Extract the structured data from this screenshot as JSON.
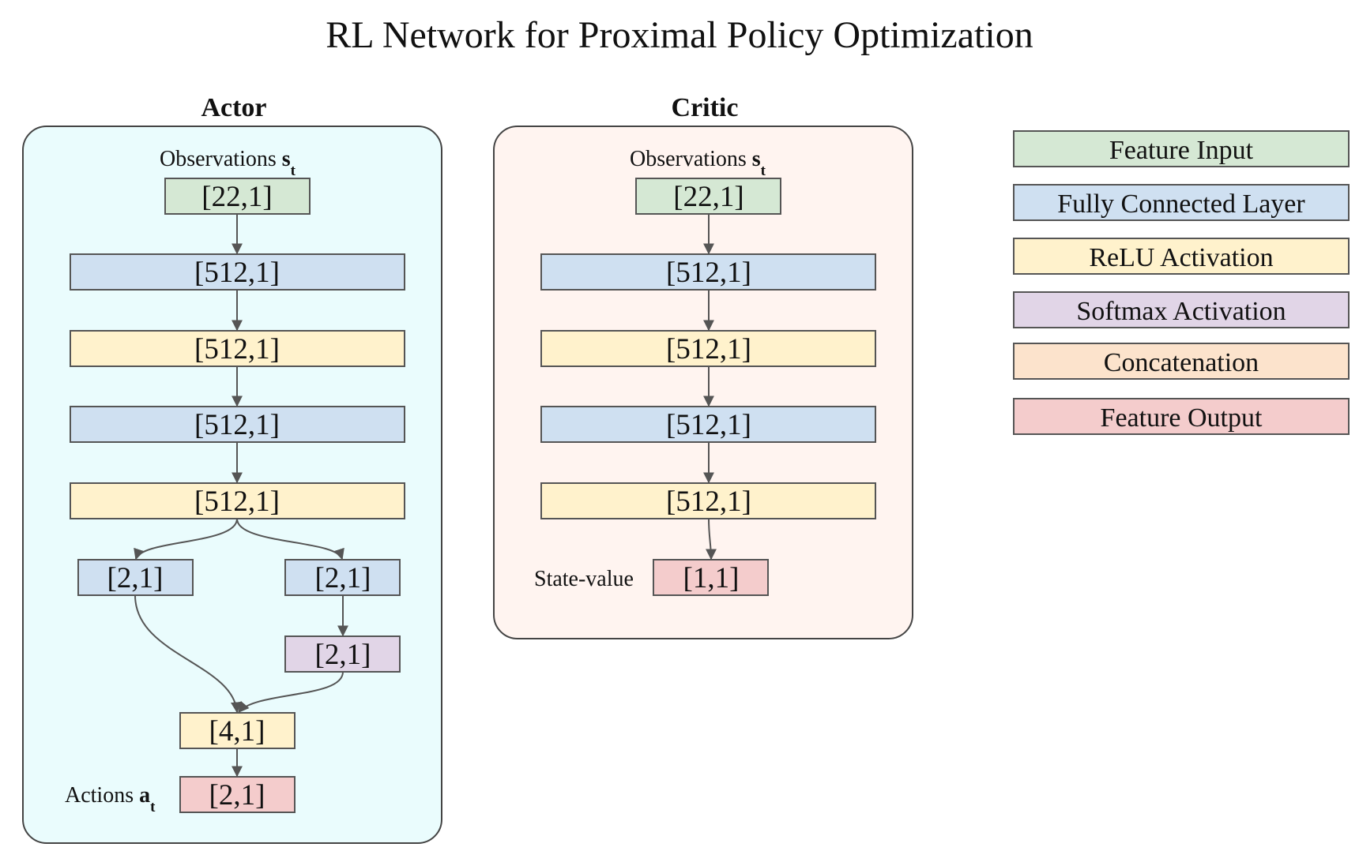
{
  "title": "RL Network for Proximal Policy Optimization",
  "colors": {
    "feature_input": "#d5e8d4",
    "fully_connected": "#cfe0f1",
    "relu": "#fff2cc",
    "softmax": "#e1d5e7",
    "concatenation": "#fce3cc",
    "feature_output": "#f4cccc",
    "actor_panel": "#eafcfd",
    "critic_panel": "#fff4f0"
  },
  "actor": {
    "title": "Actor",
    "input_label": "Observations ",
    "input_symbol": "s",
    "input_subscript": "t",
    "output_label": "Actions ",
    "output_symbol": "a",
    "output_subscript": "t",
    "nodes": {
      "input": "[22,1]",
      "fc1": "[512,1]",
      "relu1": "[512,1]",
      "fc2": "[512,1]",
      "relu2": "[512,1]",
      "fc_left": "[2,1]",
      "fc_right": "[2,1]",
      "softmax": "[2,1]",
      "concat": "[4,1]",
      "output": "[2,1]"
    }
  },
  "critic": {
    "title": "Critic",
    "input_label": "Observations ",
    "input_symbol": "s",
    "input_subscript": "t",
    "output_label": "State-value",
    "nodes": {
      "input": "[22,1]",
      "fc1": "[512,1]",
      "relu1": "[512,1]",
      "fc2": "[512,1]",
      "relu2": "[512,1]",
      "output": "[1,1]"
    }
  },
  "legend": [
    "Feature Input",
    "Fully Connected Layer",
    "ReLU Activation",
    "Softmax Activation",
    "Concatenation",
    "Feature Output"
  ]
}
